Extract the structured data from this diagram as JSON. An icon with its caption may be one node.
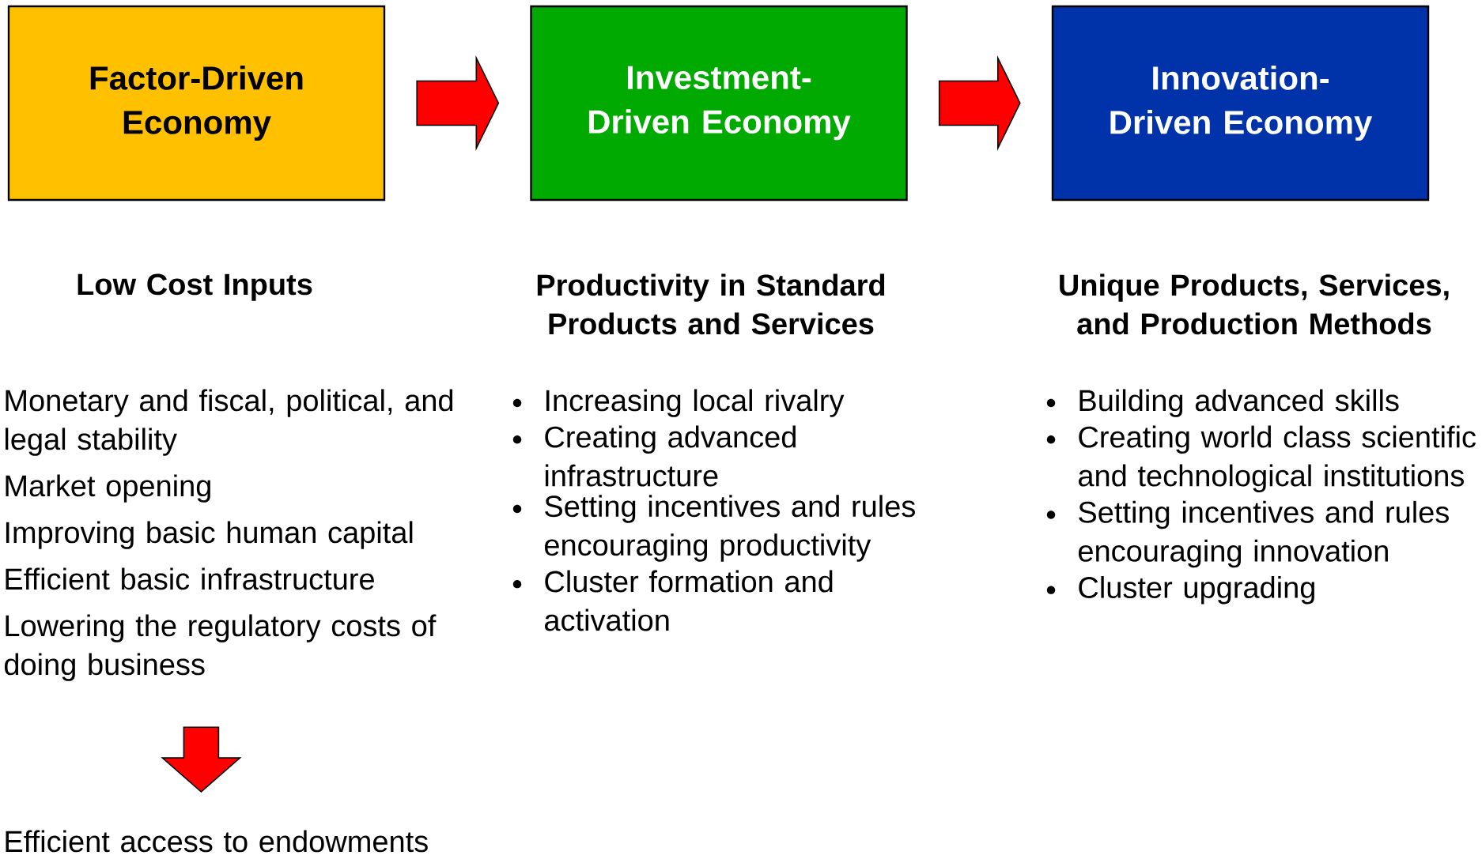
{
  "diagram": {
    "nodes": [
      {
        "text": [
          "Factor-Driven Economy"
        ]
      },
      {
        "text": [
          "Investment- Driven Economy"
        ]
      },
      {
        "text": [
          "Innovation- Driven Economy"
        ]
      },
      {
        "text": [
          "Monetary and fiscal, political, and legal stability",
          "Market opening",
          "Improving basic human capital",
          "Efficient basic infrastructure",
          "Lowering the regulatory costs of doing business"
        ]
      },
      {
        "text": [
          "Efficient access to endowments"
        ]
      }
    ],
    "edges": [
      {
        "from": 0,
        "to": 1,
        "arrow": "to"
      },
      {
        "from": 1,
        "to": 2,
        "arrow": "to"
      },
      {
        "from": 3,
        "to": 4,
        "arrow": "to"
      }
    ],
    "labels": [
      "Low Cost Inputs",
      "Productivity in Standard Products and Services",
      "Unique Products, Services, and Production Methods",
      "Increasing local rivalry",
      "Creating advanced infrastructure",
      "Setting incentives and rules encouraging productivity",
      "Cluster formation and activation",
      "Building advanced skills",
      "Creating world class scientific and technological institutions",
      "Setting incentives and rules encouraging innovation",
      "Cluster upgrading"
    ]
  }
}
